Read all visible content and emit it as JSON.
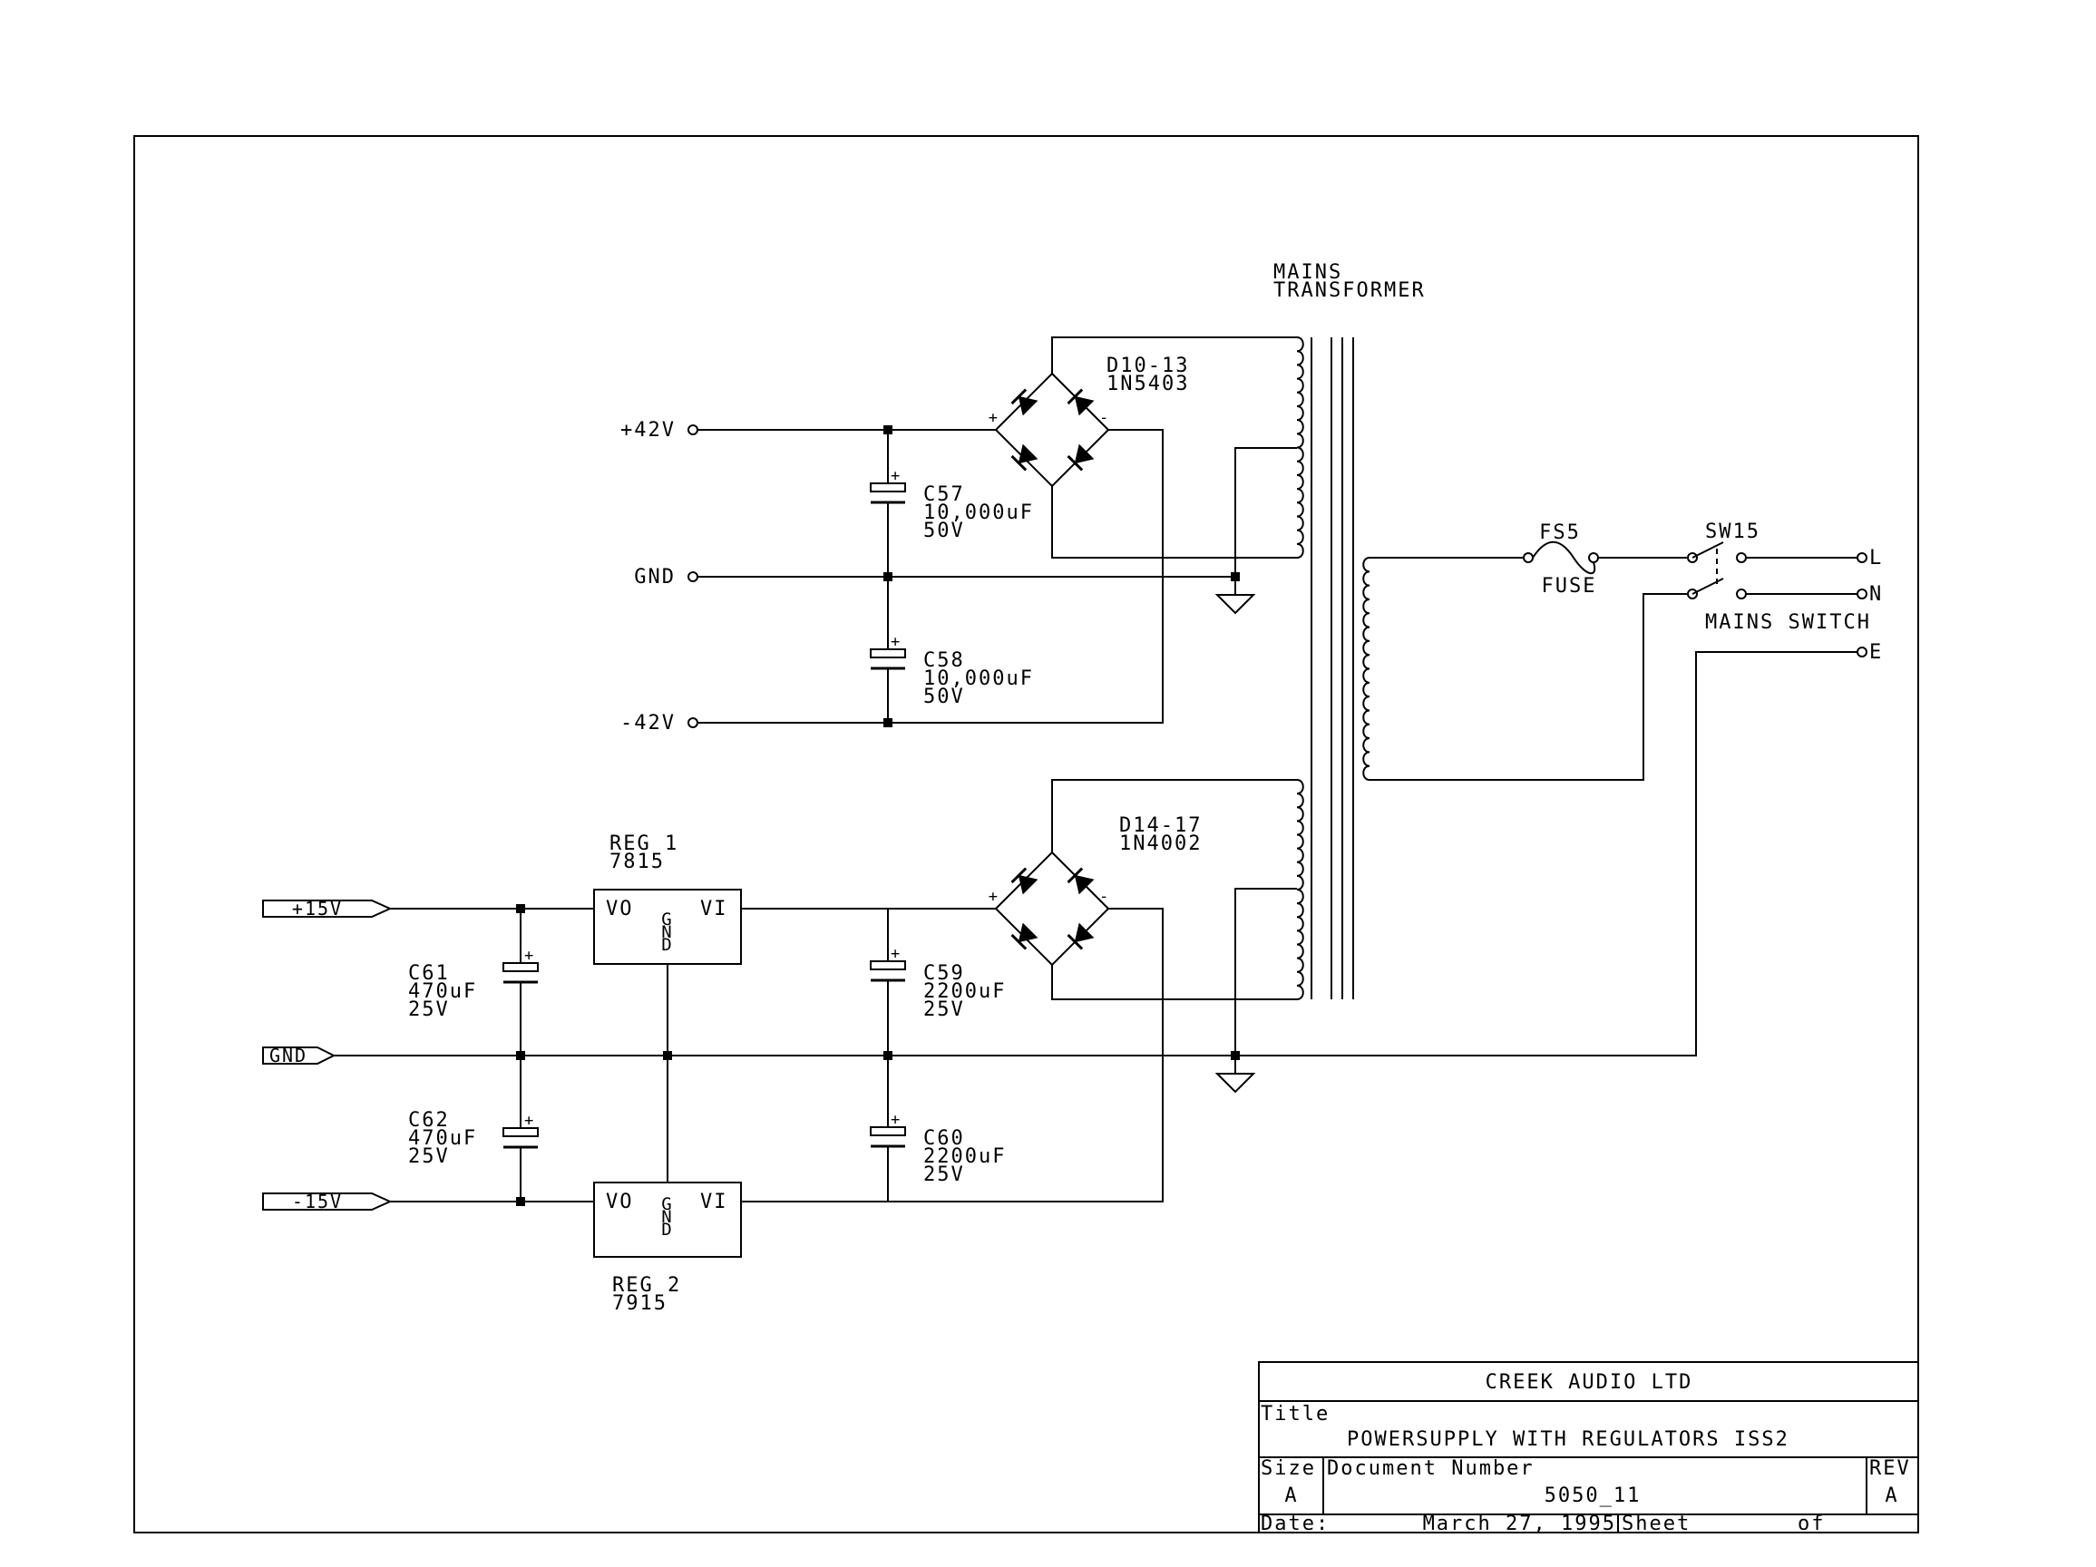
{
  "title_block": {
    "company": "CREEK AUDIO LTD",
    "title_label": "Title",
    "title": "POWERSUPPLY WITH REGULATORS ISS2",
    "size_label": "Size",
    "size": "A",
    "doc_number_label": "Document Number",
    "doc_number": "5050_11",
    "rev_label": "REV",
    "rev": "A",
    "date_label": "Date:",
    "date": "March 27, 1995",
    "sheet_label": "Sheet",
    "of_label": "of"
  },
  "transformer": {
    "line1": "MAINS",
    "line2": "TRANSFORMER"
  },
  "bridges": [
    {
      "ref": "D10-13",
      "part": "1N5403",
      "plus": "+",
      "minus": "-"
    },
    {
      "ref": "D14-17",
      "part": "1N4002",
      "plus": "+",
      "minus": "-"
    }
  ],
  "rails": {
    "pos42": "+42V",
    "gnd_top": "GND",
    "neg42": "-42V",
    "pos15": "+15V",
    "gnd_bottom": "GND",
    "neg15": "-15V"
  },
  "capacitors": [
    {
      "ref": "C57",
      "value": "10,000uF",
      "voltage": "50V"
    },
    {
      "ref": "C58",
      "value": "10,000uF",
      "voltage": "50V"
    },
    {
      "ref": "C59",
      "value": "2200uF",
      "voltage": "25V"
    },
    {
      "ref": "C60",
      "value": "2200uF",
      "voltage": "25V"
    },
    {
      "ref": "C61",
      "value": "470uF",
      "voltage": "25V"
    },
    {
      "ref": "C62",
      "value": "470uF",
      "voltage": "25V"
    }
  ],
  "cap_polarity": "+",
  "regulators": [
    {
      "ref": "REG 1",
      "part": "7815",
      "vo": "VO",
      "vi": "VI",
      "gnd": [
        "G",
        "N",
        "D"
      ]
    },
    {
      "ref": "REG 2",
      "part": "7915",
      "vo": "VO",
      "vi": "VI",
      "gnd": [
        "G",
        "N",
        "D"
      ]
    }
  ],
  "fuse": {
    "ref": "FS5",
    "label": "FUSE"
  },
  "mains_switch": {
    "ref": "SW15",
    "label": "MAINS SWITCH"
  },
  "mains_terminals": [
    "L",
    "N",
    "E"
  ]
}
